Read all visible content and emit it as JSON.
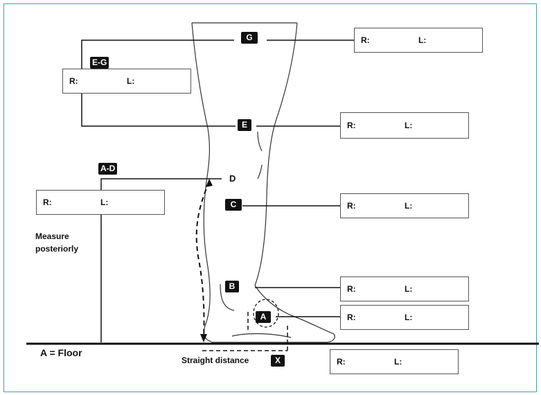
{
  "labels": {
    "G": "G",
    "EG": "E-G",
    "E": "E",
    "AD": "A-D",
    "D": "D",
    "C": "C",
    "B": "B",
    "A": "A",
    "X": "X"
  },
  "box_text": {
    "right": "R:",
    "left": "L:"
  },
  "notes": {
    "measure_line1": "Measure",
    "measure_line2": "posteriorly",
    "floor": "A = Floor",
    "straight_distance": "Straight distance"
  },
  "colors": {
    "frame": "#4a9ab0",
    "ink": "#111111"
  }
}
